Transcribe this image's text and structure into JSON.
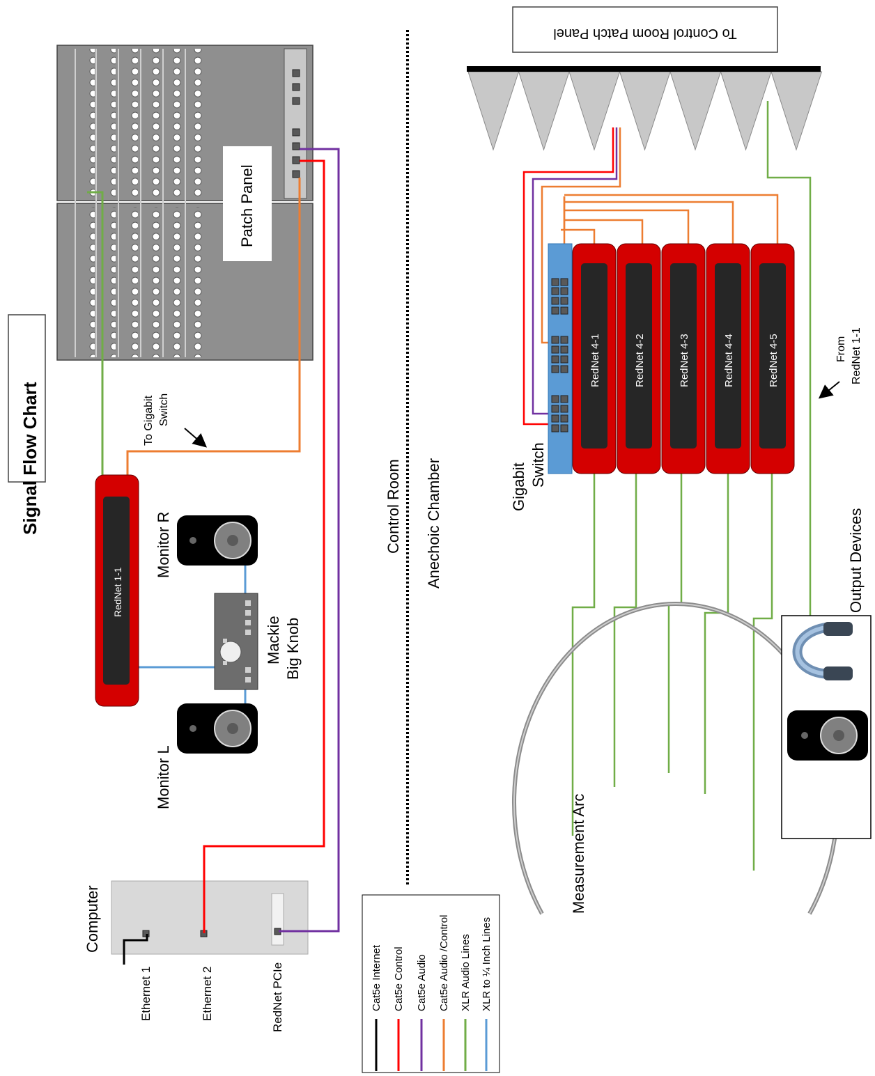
{
  "title": "Signal Flow Chart",
  "rooms": {
    "control": "Control Room",
    "anechoic": "Anechoic Chamber"
  },
  "labels": {
    "patch_panel": "Patch Panel",
    "computer": "Computer",
    "ethernet1": "Ethernet 1",
    "ethernet2": "Ethernet 2",
    "rednet_pcie": "RedNet PCIe",
    "rednet_1_1": "RedNet 1-1",
    "monitor_l": "Monitor L",
    "monitor_r": "Monitor R",
    "mackie_line1": "Mackie",
    "mackie_line2": "Big Knob",
    "to_gigabit_line1": "To Gigabit",
    "to_gigabit_line2": "Switch",
    "gigabit_line1": "Gigabit",
    "gigabit_line2": "Switch",
    "measurement_arc": "Measurement Arc",
    "output_devices": "Output Devices",
    "from_rednet_line1": "From",
    "from_rednet_line2": "RedNet 1-1",
    "to_control_room": "To Control Room Patch Panel"
  },
  "rednet_units": [
    "RedNet 4-1",
    "RedNet 4-2",
    "RedNet 4-3",
    "RedNet 4-4",
    "RedNet 4-5"
  ],
  "legend": [
    {
      "label": "Cat5e Internet",
      "color": "#000000"
    },
    {
      "label": "Cat5e Control",
      "color": "#ff0000"
    },
    {
      "label": "Cat5e Audio",
      "color": "#7030a0"
    },
    {
      "label": "Cat5e Audio /Control",
      "color": "#ed7d31"
    },
    {
      "label": "XLR Audio Lines",
      "color": "#70ad47"
    },
    {
      "label": "XLR to ¼ Inch Lines",
      "color": "#5b9bd5"
    }
  ]
}
